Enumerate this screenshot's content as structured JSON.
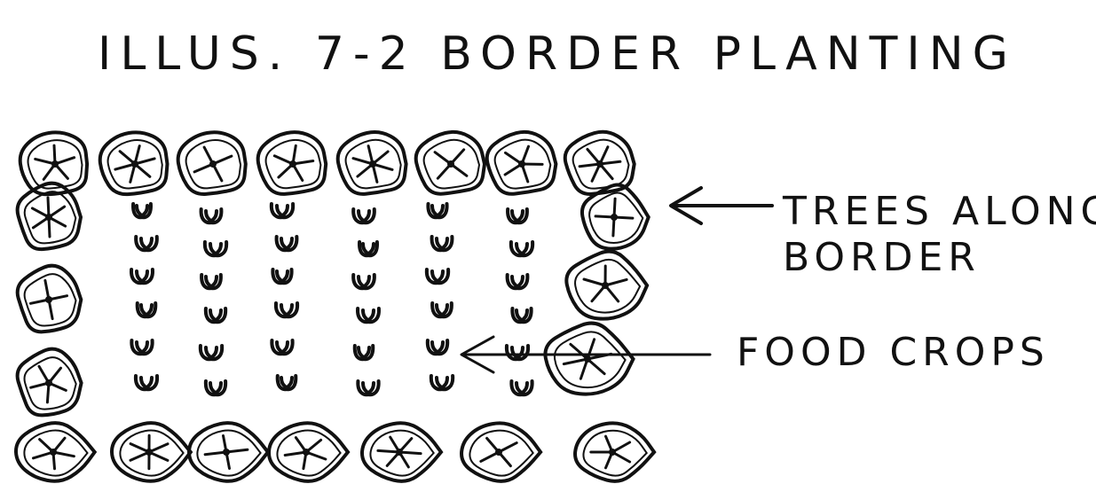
{
  "title": "ILLUS. 7-2  BORDER PLANTING",
  "labels": {
    "trees_line1": "TREES ALONG",
    "trees_line2": "BORDER",
    "food": "FOOD CROPS"
  },
  "colors": {
    "ink": "#111111",
    "background": "#ffffff"
  }
}
